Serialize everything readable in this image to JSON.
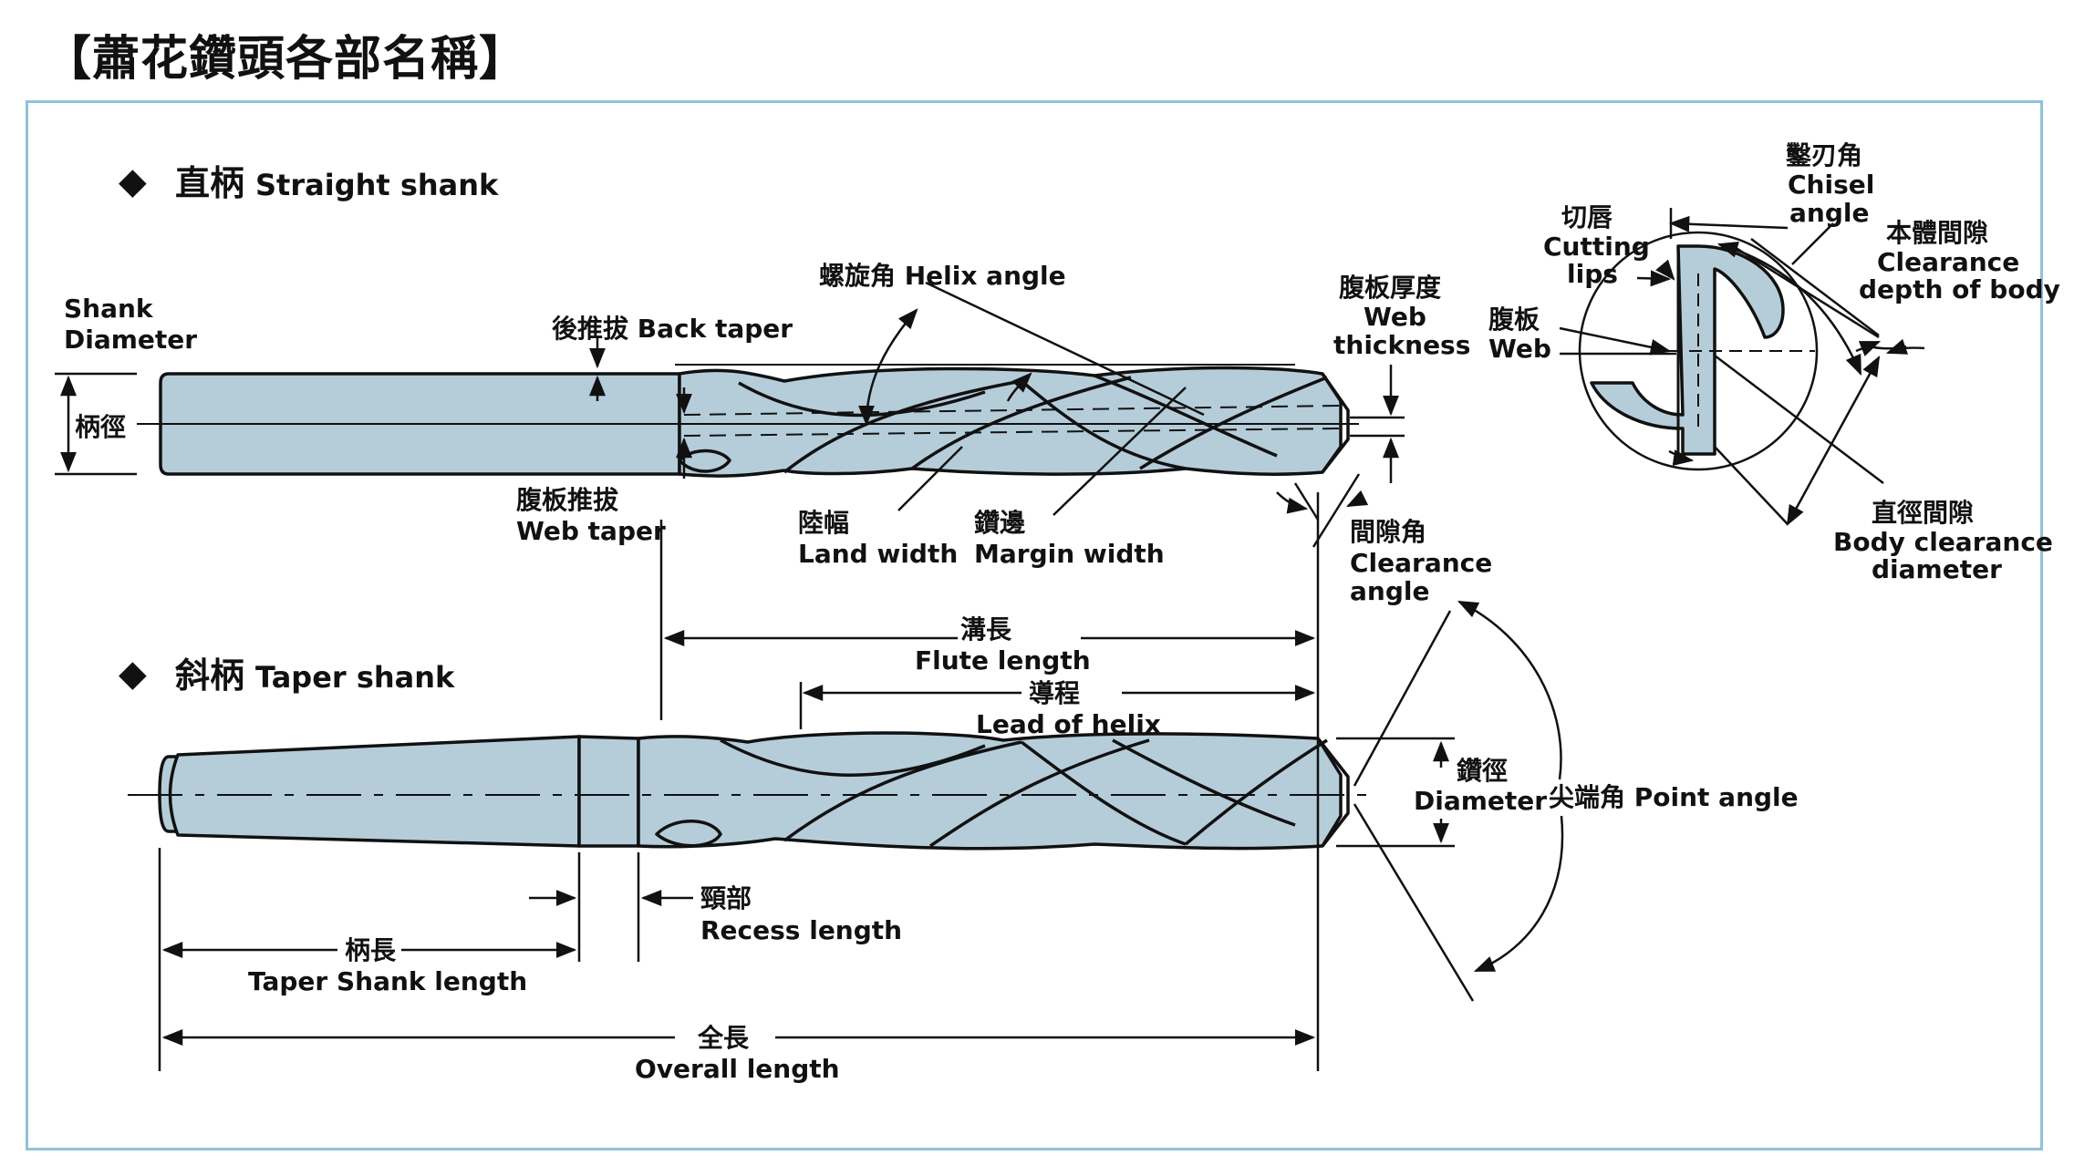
{
  "title": "【蕭花鑽頭各部名稱】",
  "sections": {
    "straight": {
      "bullet": "◆",
      "zh": "直柄",
      "en": "Straight shank"
    },
    "taper": {
      "bullet": "◆",
      "zh": "斜柄",
      "en": "Taper shank"
    }
  },
  "labels": {
    "shank_diameter_en1": "Shank",
    "shank_diameter_en2": "Diameter",
    "shank_diameter_zh": "柄徑",
    "back_taper": "後推拔 Back taper",
    "helix_angle": "螺旋角 Helix angle",
    "web_thickness_zh": "腹板厚度",
    "web_thickness_en1": "Web",
    "web_thickness_en2": "thickness",
    "web_taper_zh": "腹板推拔",
    "web_taper_en": "Web taper",
    "land_width_zh": "陸幅",
    "land_width_en": "Land width",
    "margin_width_zh": "鑽邊",
    "margin_width_en": "Margin width",
    "clearance_angle_zh": "間隙角",
    "clearance_angle_en1": "Clearance",
    "clearance_angle_en2": "angle",
    "cutting_lips_zh": "切唇",
    "cutting_lips_en1": "Cutting",
    "cutting_lips_en2": "lips",
    "chisel_angle_zh": "鑿刃角",
    "chisel_angle_en1": "Chisel",
    "chisel_angle_en2": "angle",
    "clearance_depth_zh": "本體間隙",
    "clearance_depth_en1": "Clearance",
    "clearance_depth_en2": "depth of body",
    "web_zh": "腹板",
    "web_en": "Web",
    "body_clearance_zh": "直徑間隙",
    "body_clearance_en1": "Body clearance",
    "body_clearance_en2": "diameter",
    "flute_length_zh": "溝長",
    "flute_length_en": "Flute length",
    "lead_of_helix_zh": "導程",
    "lead_of_helix_en": "Lead of helix",
    "diameter_zh": "鑽徑",
    "diameter_en": "Diameter",
    "point_angle": "尖端角 Point angle",
    "recess_length_zh": "頸部",
    "recess_length_en": "Recess length",
    "taper_shank_length_zh": "柄長",
    "taper_shank_length_en": "Taper Shank length",
    "overall_length_zh": "全長",
    "overall_length_en": "Overall length"
  },
  "colors": {
    "drill_fill": "#b5cdd9",
    "stroke": "#111111",
    "frame": "#8fc3d8"
  }
}
